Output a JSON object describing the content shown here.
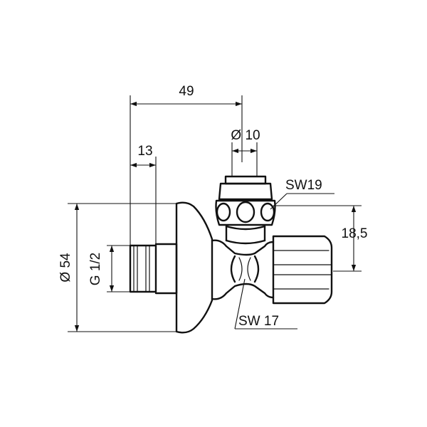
{
  "dimensions": {
    "overall_length": "49",
    "outlet_diameter": "Ø 10",
    "thread_length": "13",
    "flange_diameter": "Ø 54",
    "inlet_thread": "G 1/2",
    "outlet_height": "18,5",
    "cap_wrench": "SW19",
    "body_wrench": "SW 17"
  }
}
